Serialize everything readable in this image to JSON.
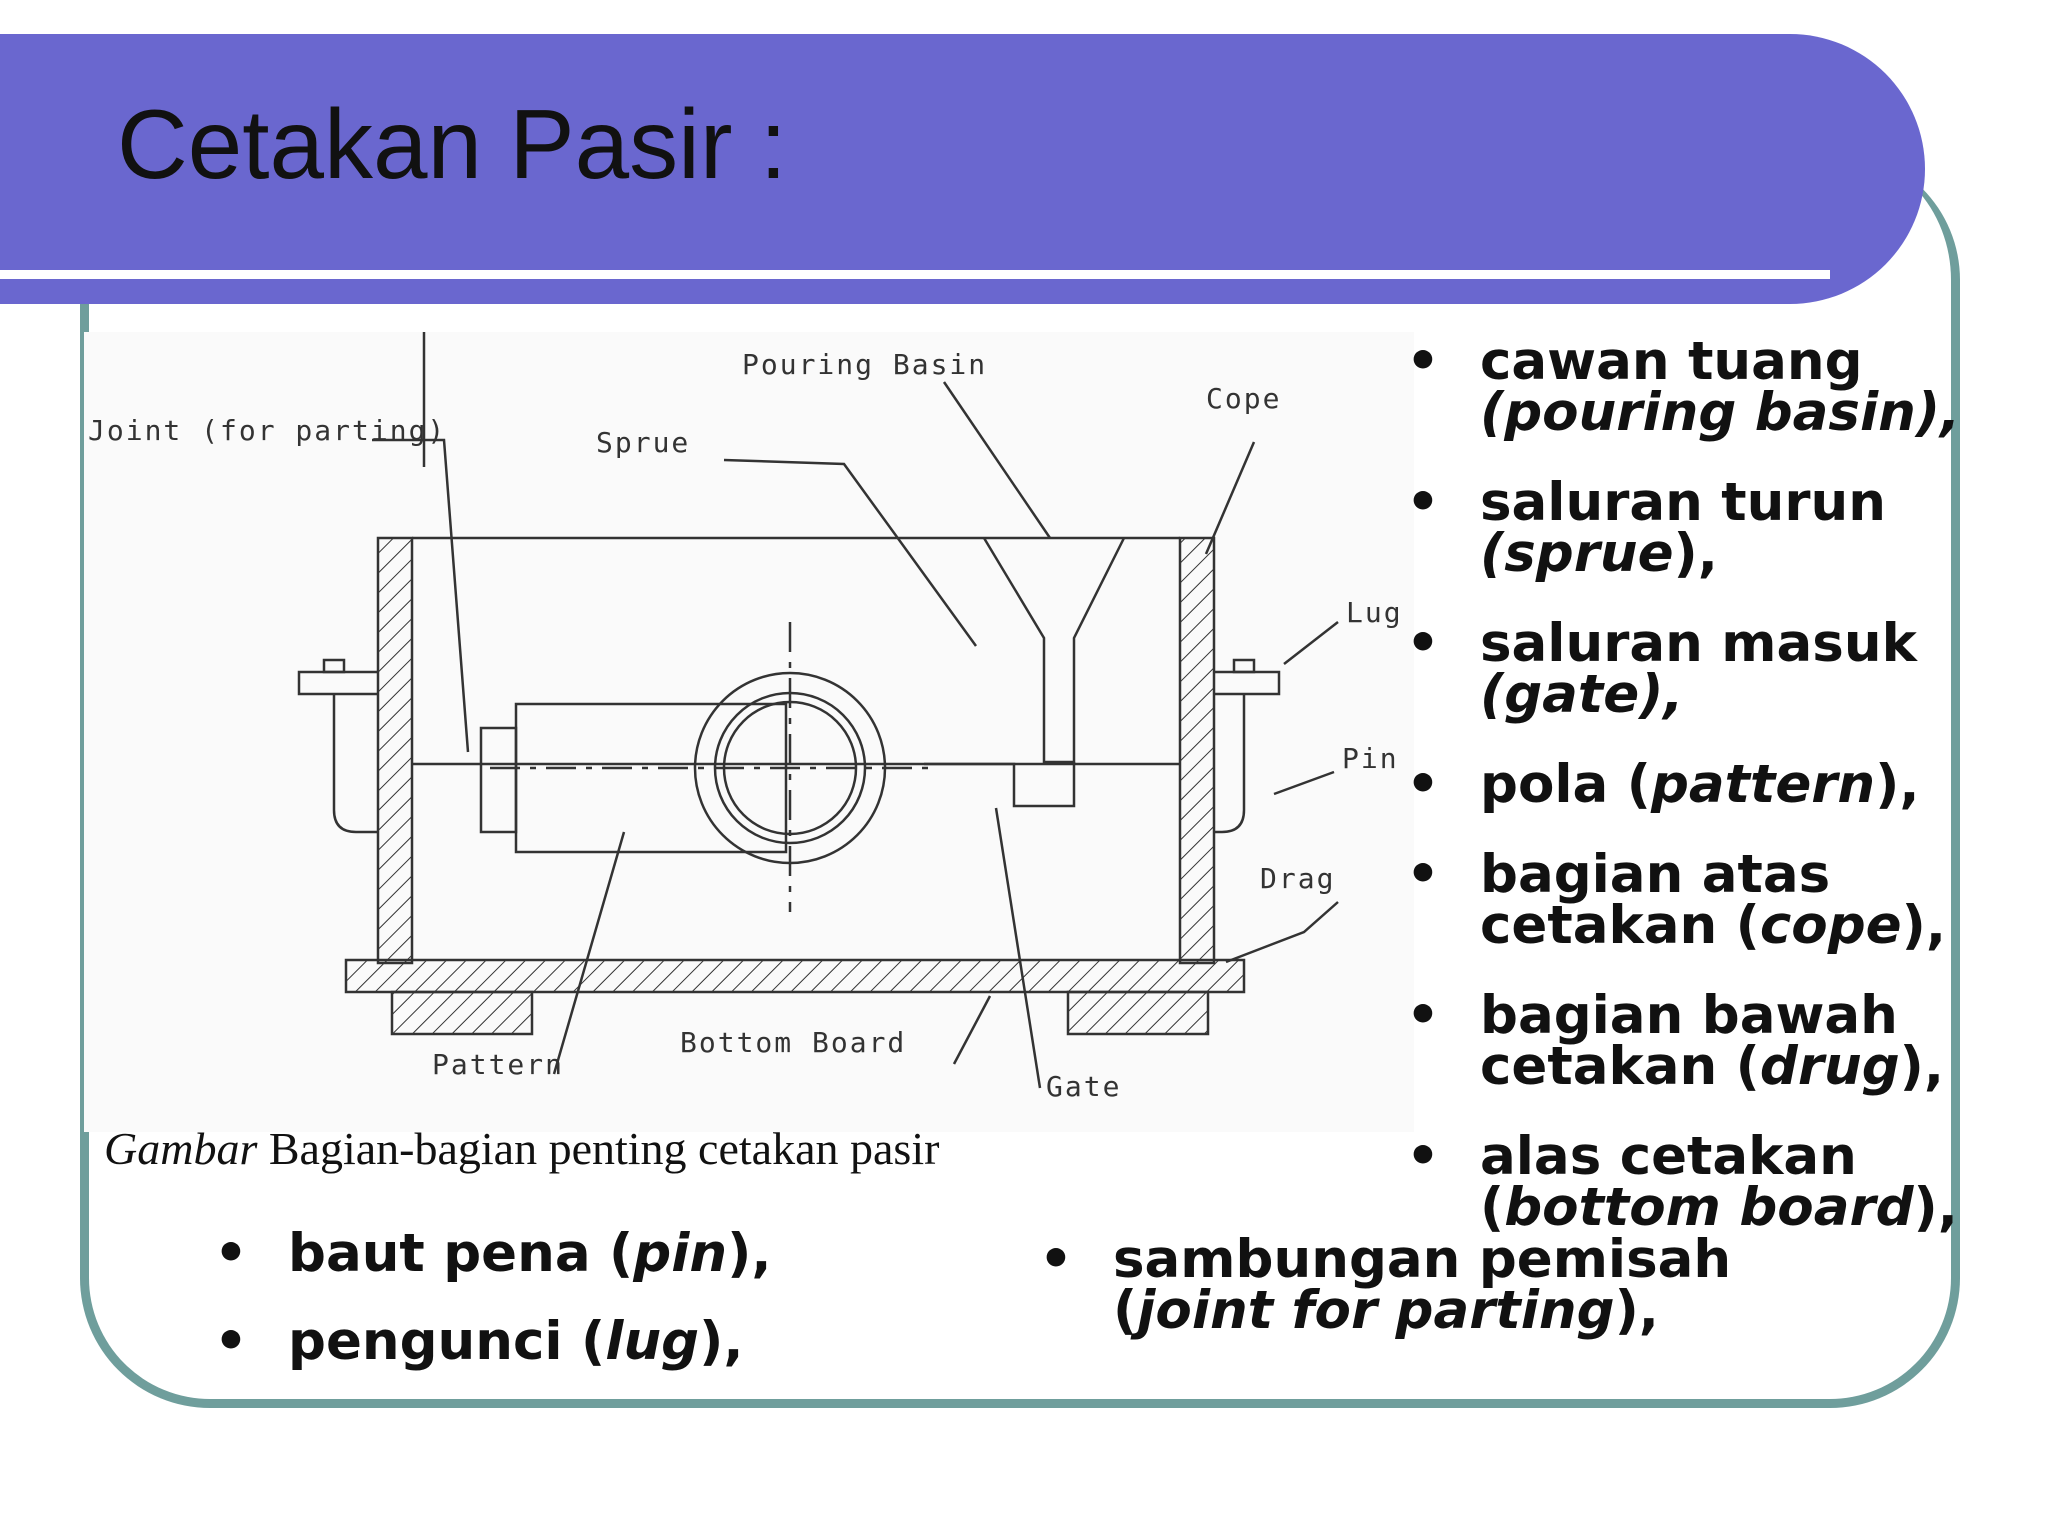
{
  "title": "Cetakan Pasir :",
  "figure": {
    "labels": {
      "pouring_basin": "Pouring Basin",
      "cope": "Cope",
      "joint": "Joint (for parting)",
      "sprue": "Sprue",
      "lug": "Lug",
      "pin": "Pin",
      "drag": "Drag",
      "bottom_board": "Bottom Board",
      "pattern": "Pattern",
      "gate": "Gate"
    },
    "caption_italic": "Gambar",
    "caption_text": " Bagian-bagian penting cetakan pasir"
  },
  "right_list": [
    {
      "plain": "cawan tuang",
      "italic": "(pouring basin),",
      "tail": ""
    },
    {
      "plain": "saluran turun",
      "italic": "(sprue",
      "tail": "),"
    },
    {
      "plain": "saluran masuk",
      "italic": "(gate),",
      "tail": ""
    },
    {
      "plain": "pola (",
      "italic": "pattern",
      "tail": "),"
    },
    {
      "plain": "bagian atas cetakan (",
      "italic": "cope",
      "tail": "),"
    },
    {
      "plain": "bagian bawah cetakan (",
      "italic": "drug",
      "tail": "),"
    },
    {
      "plain": "alas cetakan (",
      "italic": "bottom board",
      "tail": "),"
    }
  ],
  "bottom_left_list": [
    {
      "plain": "baut pena (",
      "italic": "pin",
      "tail": "),"
    },
    {
      "plain": "pengunci (",
      "italic": "lug",
      "tail": "),"
    }
  ],
  "bottom_mid": {
    "line1": "sambungan pemisah",
    "open": "(",
    "italic": "joint for parting",
    "tail": "),"
  },
  "bullet": "•"
}
